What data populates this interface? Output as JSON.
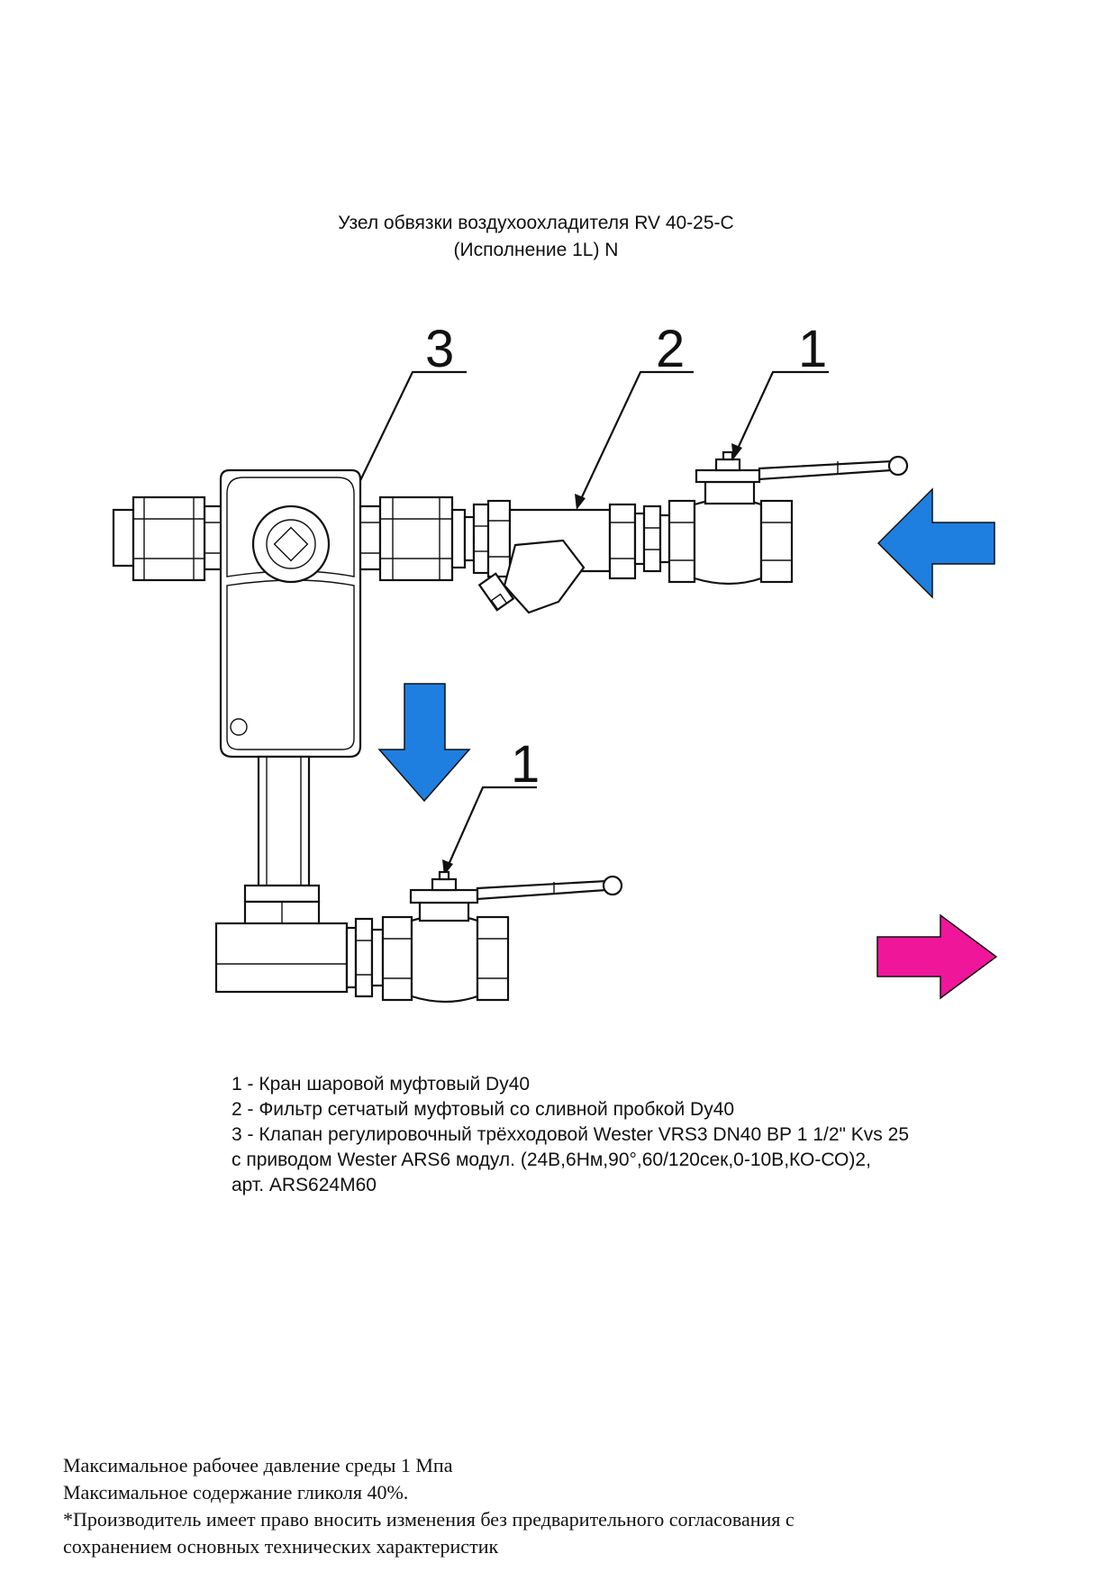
{
  "title": {
    "line1": "Узел обвязки воздухоохладителя RV 40-25-C",
    "line2": "(Исполнение 1L) N"
  },
  "callouts": {
    "valve3": "3",
    "filter2": "2",
    "ball_valve_top": "1",
    "ball_valve_bottom": "1"
  },
  "flow_arrows": {
    "inlet_color": "#1E7FE0",
    "down_color": "#1E7FE0",
    "outlet_color": "#F0169A"
  },
  "legend": {
    "item1": "1 - Кран шаровой муфтовый Dy40",
    "item2": "2 - Фильтр сетчатый муфтовый со сливной пробкой Dy40",
    "item3_line1": "3 - Клапан регулировочный трёхходовой Wester VRS3 DN40 ВР 1 1/2\" Kvs 25",
    "item3_line2": "с приводом Wester ARS6 модул. (24В,6Нм,90°,60/120сек,0-10В,КО-СО)2,",
    "item3_line3": "арт. ARS624M60"
  },
  "notes": {
    "line1": "Максимальное рабочее давление среды 1 Мпа",
    "line2": "Максимальное содержание гликоля 40%.",
    "line3": "*Производитель имеет право вносить изменения без предварительного согласования с",
    "line4": "сохранением основных технических характеристик"
  }
}
